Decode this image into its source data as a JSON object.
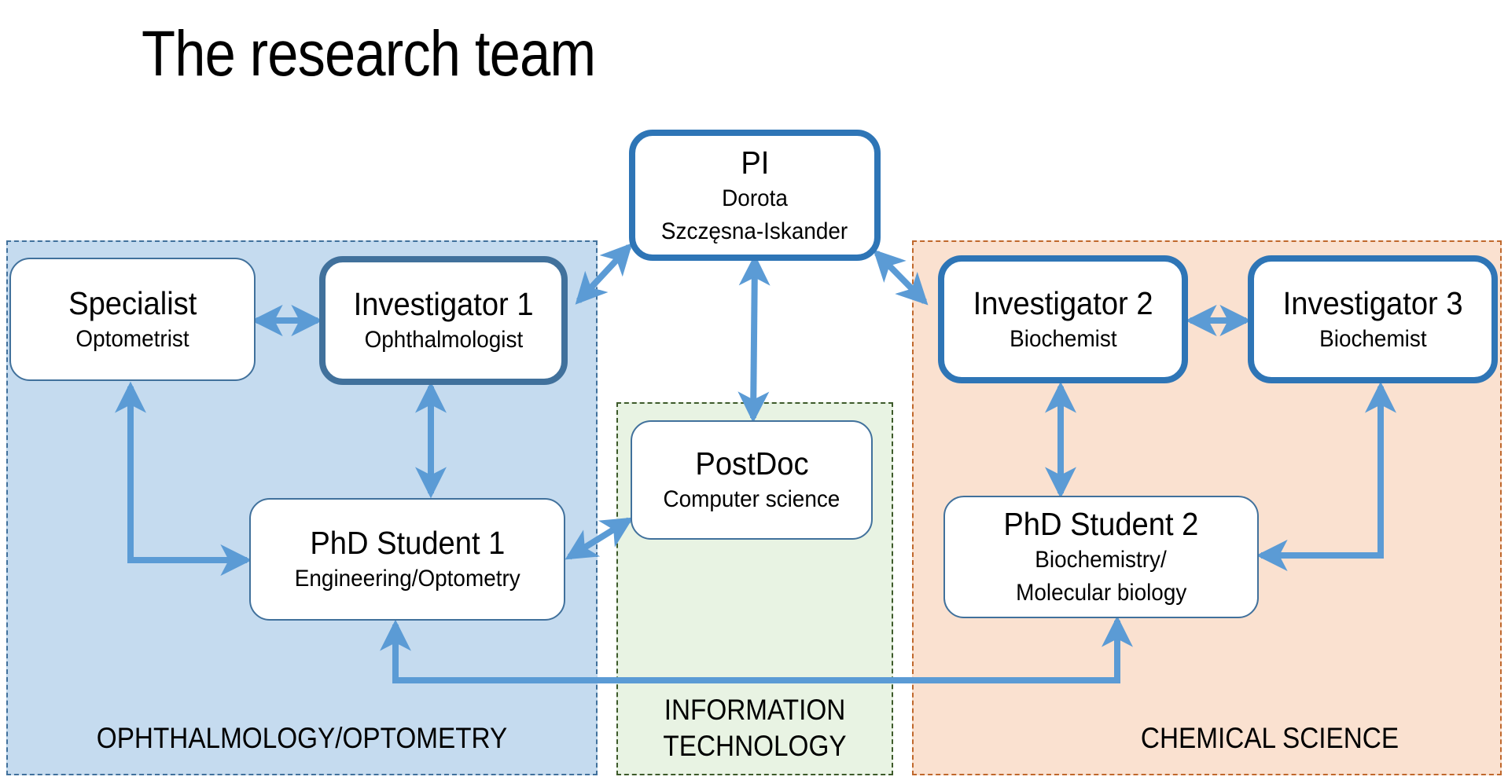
{
  "title": "The research team",
  "colors": {
    "arrow": "#5b9bd5",
    "thick_border": "#2e75b6",
    "thin_border": "#41719c",
    "ophthalmology_fill": "#c5dbef",
    "ophthalmology_border": "#41719c",
    "it_fill": "#e8f3e3",
    "it_border": "#3d5a2a",
    "chemical_fill": "#fae1d0",
    "chemical_border": "#c0682c"
  },
  "regions": {
    "ophthalmology": {
      "label": "OPHTHALMOLOGY/OPTOMETRY"
    },
    "it": {
      "label_line1": "INFORMATION",
      "label_line2": "TECHNOLOGY"
    },
    "chemical": {
      "label": "CHEMICAL SCIENCE"
    }
  },
  "nodes": {
    "pi": {
      "title": "PI",
      "line1": "Dorota",
      "line2": "Szczęsna-Iskander"
    },
    "specialist": {
      "title": "Specialist",
      "line1": "Optometrist"
    },
    "investigator1": {
      "title": "Investigator 1",
      "line1": "Ophthalmologist"
    },
    "investigator2": {
      "title": "Investigator 2",
      "line1": "Biochemist"
    },
    "investigator3": {
      "title": "Investigator 3",
      "line1": "Biochemist"
    },
    "postdoc": {
      "title": "PostDoc",
      "line1": "Computer science"
    },
    "phd1": {
      "title": "PhD Student 1",
      "line1": "Engineering/Optometry"
    },
    "phd2": {
      "title": "PhD Student 2",
      "line1": "Biochemistry/",
      "line2": "Molecular biology"
    }
  },
  "connections": [
    {
      "from": "pi",
      "to": "investigator1",
      "type": "bidirectional"
    },
    {
      "from": "pi",
      "to": "investigator2",
      "type": "bidirectional"
    },
    {
      "from": "pi",
      "to": "postdoc",
      "type": "bidirectional"
    },
    {
      "from": "specialist",
      "to": "investigator1",
      "type": "bidirectional"
    },
    {
      "from": "investigator2",
      "to": "investigator3",
      "type": "bidirectional"
    },
    {
      "from": "specialist",
      "to": "phd1",
      "type": "bidirectional"
    },
    {
      "from": "investigator1",
      "to": "phd1",
      "type": "bidirectional"
    },
    {
      "from": "phd1",
      "to": "postdoc",
      "type": "bidirectional"
    },
    {
      "from": "investigator2",
      "to": "phd2",
      "type": "bidirectional"
    },
    {
      "from": "investigator3",
      "to": "phd2",
      "type": "bidirectional"
    },
    {
      "from": "phd1",
      "to": "phd2",
      "type": "bidirectional"
    }
  ]
}
